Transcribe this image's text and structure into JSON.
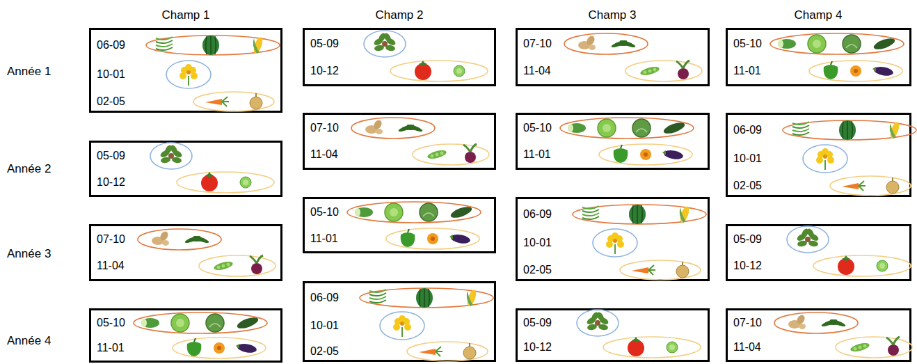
{
  "diagram": {
    "nodes": [
      {
        "text": [
          "06-09",
          "10-01",
          "02-05"
        ]
      },
      {
        "text": [
          "05-09",
          "10-12"
        ]
      },
      {
        "text": [
          "07-10",
          "11-04"
        ]
      },
      {
        "text": [
          "05-10",
          "11-01"
        ]
      },
      {
        "text": [
          "05-09",
          "10-12"
        ]
      },
      {
        "text": [
          "07-10",
          "11-04"
        ]
      },
      {
        "text": [
          "05-10",
          "11-01"
        ]
      },
      {
        "text": [
          "06-09",
          "10-01",
          "02-05"
        ]
      },
      {
        "text": [
          "07-10",
          "11-04"
        ]
      },
      {
        "text": [
          "05-10",
          "11-01"
        ]
      },
      {
        "text": [
          "06-09",
          "10-01",
          "02-05"
        ]
      },
      {
        "text": [
          "05-09",
          "10-12"
        ]
      },
      {
        "text": [
          "05-10",
          "11-01"
        ]
      },
      {
        "text": [
          "06-09",
          "10-01",
          "02-05"
        ]
      },
      {
        "text": [
          "05-09",
          "10-12"
        ]
      },
      {
        "text": [
          "07-10",
          "11-04"
        ]
      }
    ],
    "labels": [
      "Champ 1",
      "Champ 2",
      "Champ 3",
      "Champ 4",
      "Année 1",
      "Année 2",
      "Année 3",
      "Année 4"
    ]
  }
}
